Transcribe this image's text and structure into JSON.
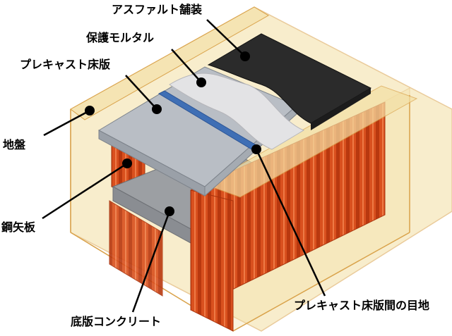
{
  "labels": {
    "asphalt": "アスファルト舗装",
    "mortar": "保護モルタル",
    "precast": "プレキャスト床版",
    "ground": "地盤",
    "steel_sheet": "鋼矢板",
    "base_concrete": "底版コンクリート",
    "joint": "プレキャスト床版間の目地"
  },
  "colors": {
    "ground": "#f3dfa4",
    "ground_edge": "#d9a24a",
    "steel_sheet": "#d9501e",
    "steel_sheet_dark": "#b8380f",
    "asphalt": "#2b2b2b",
    "mortar": "#e3e3e5",
    "precast_slab": "#b9bec5",
    "joint_strip": "#3f6fb5",
    "base_slab": "#9c9fa3",
    "leader": "#000000"
  }
}
